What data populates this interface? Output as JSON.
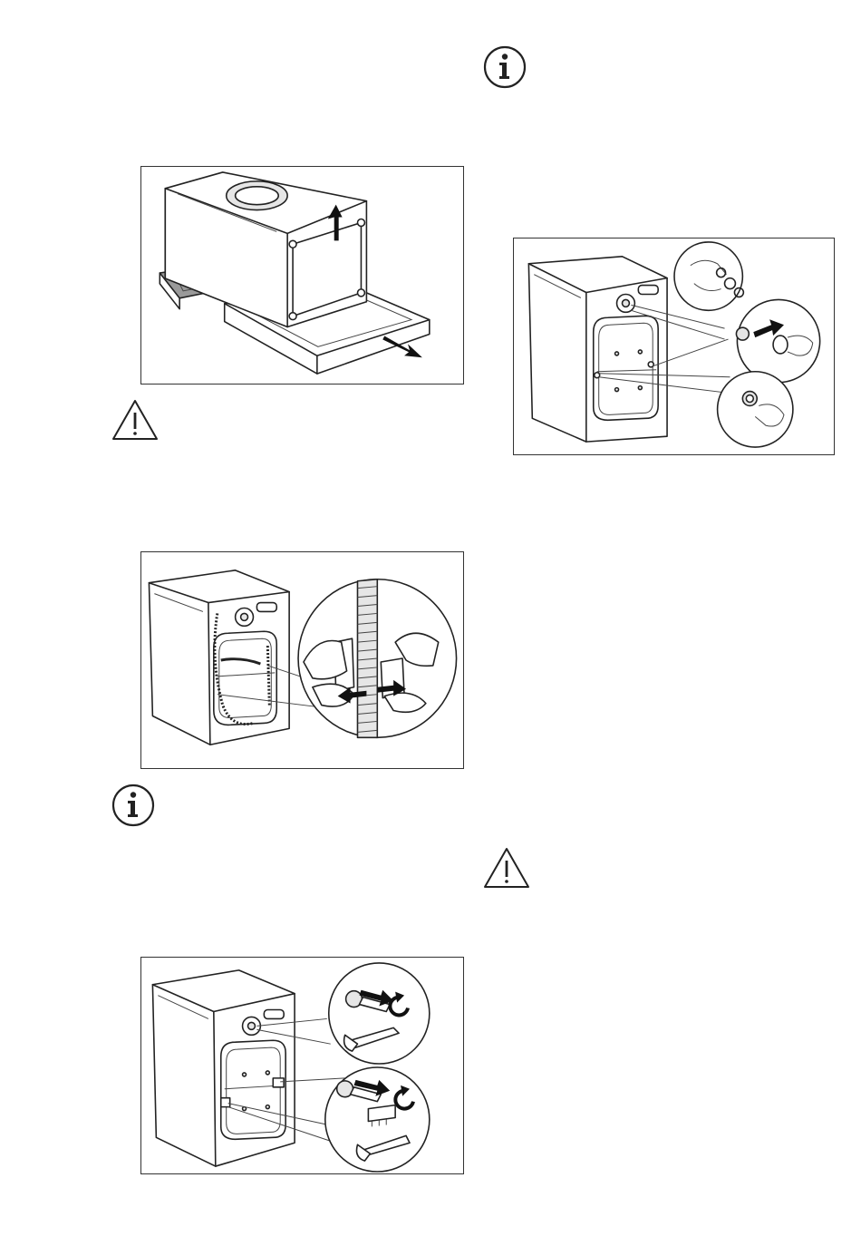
{
  "page": {
    "figures": [
      {
        "id": "remove-packaging-base",
        "icon": "illustration-lift-machine-off-polystyrene-base"
      },
      {
        "id": "release-hoses",
        "icon": "illustration-unclip-hoses-from-rear-panel"
      },
      {
        "id": "remove-transit-bolts",
        "icon": "illustration-unscrew-transit-bolts-with-spanner"
      },
      {
        "id": "fit-plastic-caps",
        "icon": "illustration-insert-caps-into-bolt-holes"
      }
    ],
    "icons": [
      {
        "id": "info-1",
        "icon": "information-icon"
      },
      {
        "id": "warning-1",
        "icon": "warning-triangle-icon"
      },
      {
        "id": "info-2",
        "icon": "information-icon"
      },
      {
        "id": "warning-2",
        "icon": "warning-triangle-icon"
      }
    ],
    "colors": {
      "line": "#222222",
      "frame": "#333333",
      "shade": "#e6e6e6"
    }
  }
}
